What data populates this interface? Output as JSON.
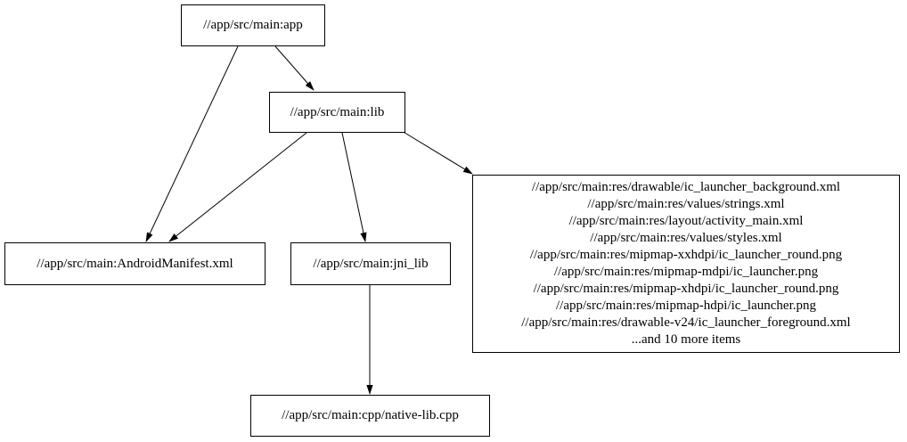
{
  "graph": {
    "title": "build-dependency-graph",
    "colors": {
      "background": "#ffffff",
      "node_border": "#000000",
      "edge": "#000000",
      "text": "#000000"
    },
    "nodes": {
      "app": {
        "label": "//app/src/main:app"
      },
      "lib": {
        "label": "//app/src/main:lib"
      },
      "manifest": {
        "label": "//app/src/main:AndroidManifest.xml"
      },
      "jni_lib": {
        "label": "//app/src/main:jni_lib"
      },
      "cpp": {
        "label": "//app/src/main:cpp/native-lib.cpp"
      },
      "res": {
        "lines": [
          "//app/src/main:res/drawable/ic_launcher_background.xml",
          "//app/src/main:res/values/strings.xml",
          "//app/src/main:res/layout/activity_main.xml",
          "//app/src/main:res/values/styles.xml",
          "//app/src/main:res/mipmap-xxhdpi/ic_launcher_round.png",
          "//app/src/main:res/mipmap-mdpi/ic_launcher.png",
          "//app/src/main:res/mipmap-xhdpi/ic_launcher_round.png",
          "//app/src/main:res/mipmap-hdpi/ic_launcher.png",
          "//app/src/main:res/drawable-v24/ic_launcher_foreground.xml",
          "...and 10 more items"
        ]
      }
    },
    "edges": [
      {
        "from": "app",
        "to": "lib"
      },
      {
        "from": "app",
        "to": "manifest"
      },
      {
        "from": "lib",
        "to": "manifest"
      },
      {
        "from": "lib",
        "to": "jni_lib"
      },
      {
        "from": "lib",
        "to": "res"
      },
      {
        "from": "jni_lib",
        "to": "cpp"
      }
    ]
  }
}
